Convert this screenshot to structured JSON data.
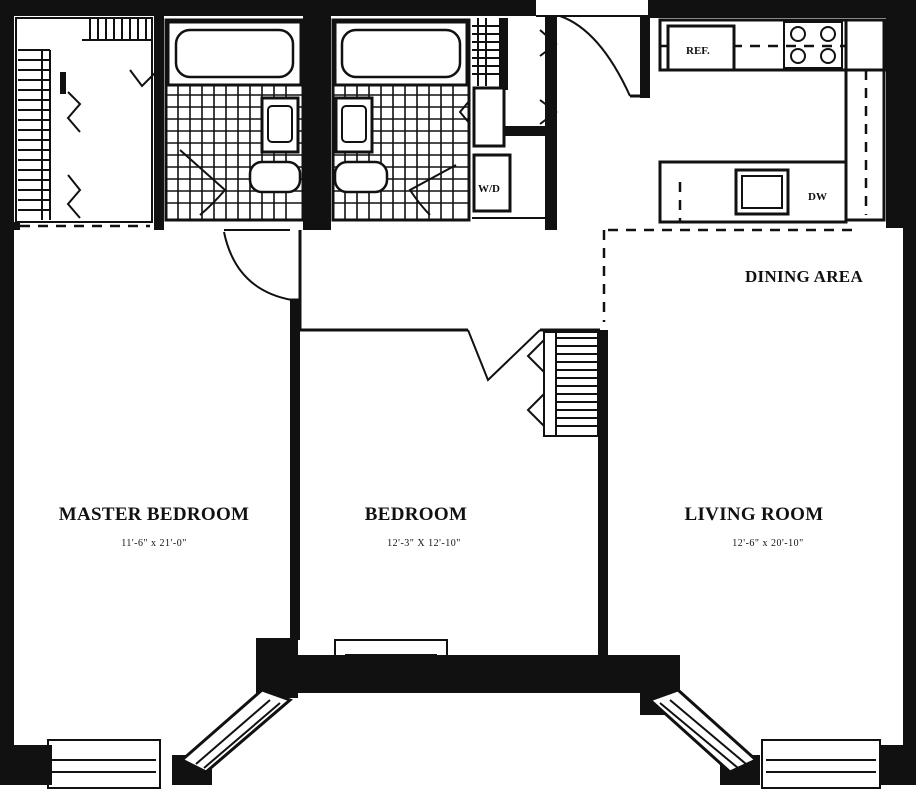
{
  "rooms": {
    "master_bedroom": {
      "name": "MASTER BEDROOM",
      "dims": "11'-6\" x 21'-0\""
    },
    "bedroom": {
      "name": "BEDROOM",
      "dims": "12'-3\" X 12'-10\""
    },
    "living_room": {
      "name": "LIVING ROOM",
      "dims": "12'-6\" x 20'-10\""
    },
    "dining_area": {
      "name": "DINING AREA"
    }
  },
  "appliances": {
    "refrigerator": "REF.",
    "washer_dryer": "W/D",
    "dishwasher": "DW"
  }
}
